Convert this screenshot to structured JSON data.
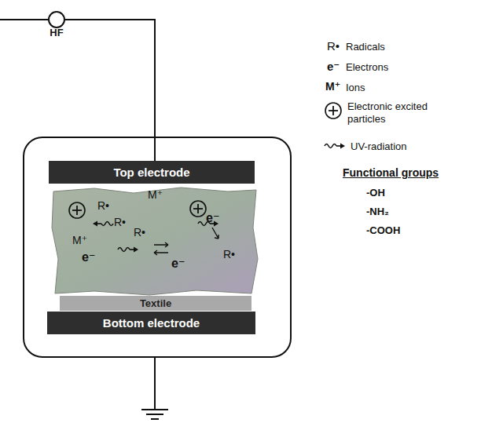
{
  "diagram": {
    "nodes": [
      {
        "text": [
          "HF"
        ]
      },
      {
        "text": [
          "Top electrode"
        ]
      },
      {
        "text": [
          "Textile"
        ]
      },
      {
        "text": [
          "Bottom electrode"
        ]
      }
    ],
    "edges": [
      {
        "from": 0,
        "to": 1,
        "arrow": "none"
      }
    ],
    "labels": [
      "R•",
      "M⁺",
      "e⁻",
      "R•",
      "M⁺",
      "e⁻",
      "R•",
      "e⁻",
      "R•",
      "R•",
      "e⁻",
      "M⁺",
      "Functional groups",
      "-OH",
      "-NH₂",
      "-COOH"
    ],
    "legend": [
      {
        "text": "Radicals"
      },
      {
        "text": "Electrons"
      },
      {
        "text": "Ions"
      },
      {
        "text": "Electronic excited particles"
      },
      {
        "text": "UV-radiation"
      }
    ]
  }
}
